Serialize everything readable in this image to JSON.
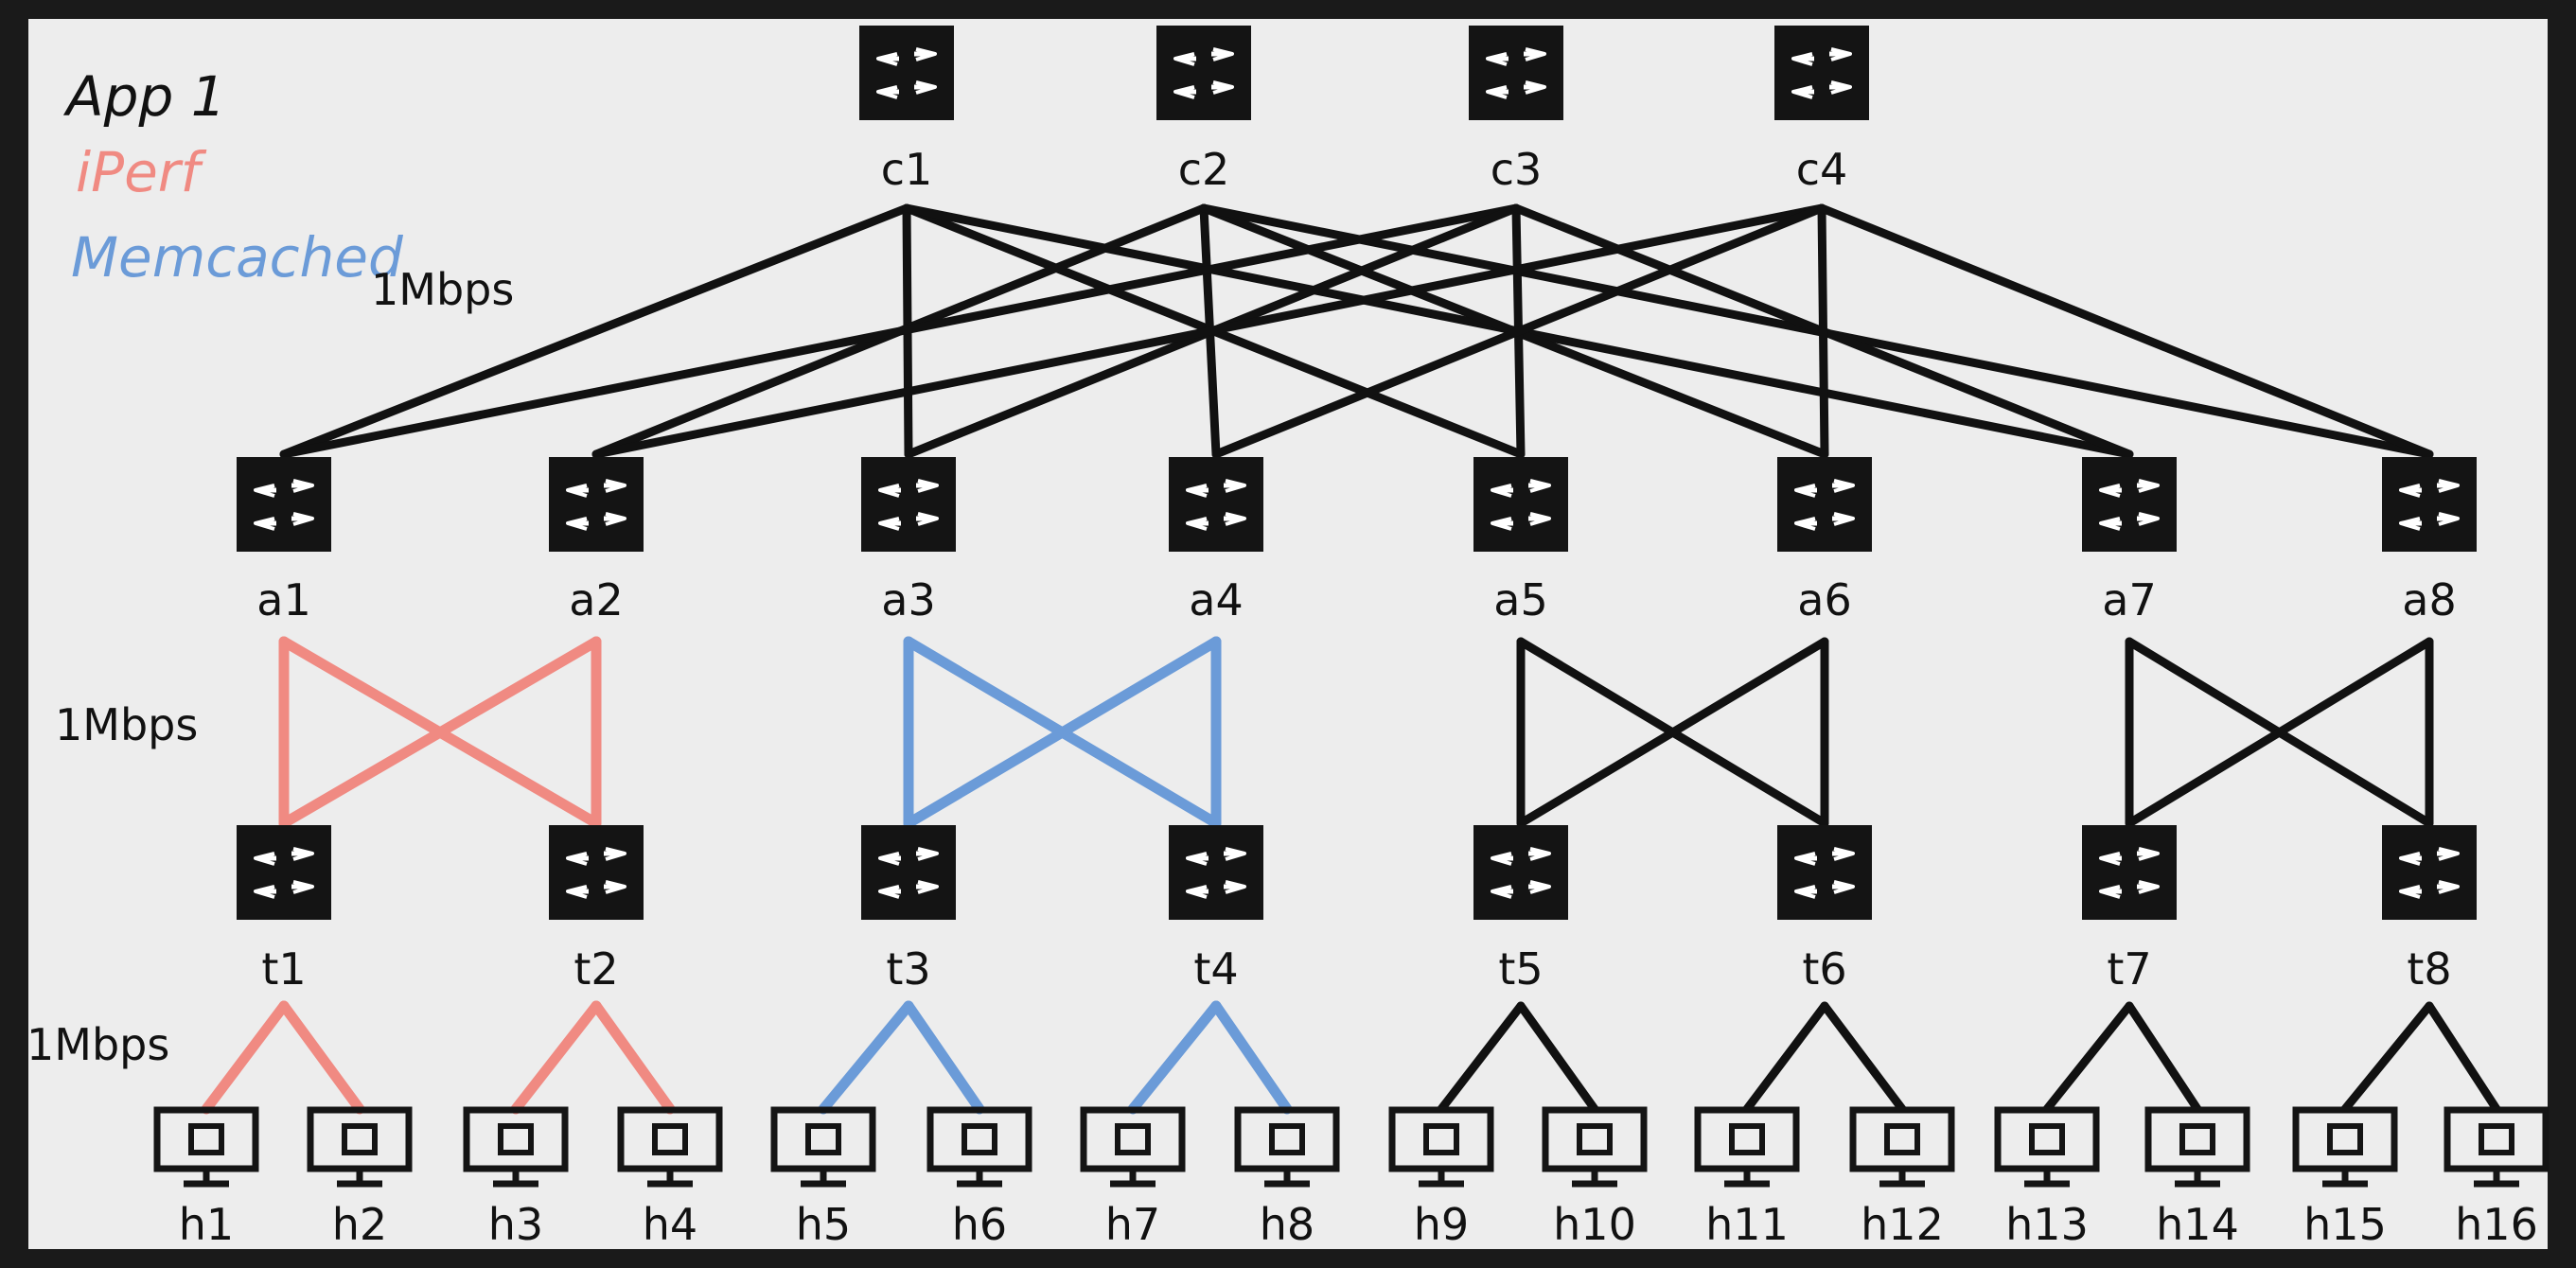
{
  "legend": {
    "title": "App 1",
    "items": [
      {
        "label": "iPerf",
        "color": "#f08a82"
      },
      {
        "label": "Memcached",
        "color": "#6b9bd8"
      }
    ]
  },
  "colors": {
    "background": "#ededed",
    "frame": "#1a1a1a",
    "link": "#111111",
    "switch_fill": "#141414",
    "switch_arrow": "#ffffff"
  },
  "bandwidth_labels": [
    "1Mbps",
    "1Mbps",
    "1Mbps"
  ],
  "nodes": {
    "core": [
      "c1",
      "c2",
      "c3",
      "c4"
    ],
    "aggregation": [
      "a1",
      "a2",
      "a3",
      "a4",
      "a5",
      "a6",
      "a7",
      "a8"
    ],
    "tor": [
      "t1",
      "t2",
      "t3",
      "t4",
      "t5",
      "t6",
      "t7",
      "t8"
    ],
    "hosts": [
      "h1",
      "h2",
      "h3",
      "h4",
      "h5",
      "h6",
      "h7",
      "h8",
      "h9",
      "h10",
      "h11",
      "h12",
      "h13",
      "h14",
      "h15",
      "h16"
    ]
  },
  "icons": {
    "switch": "switch-icon",
    "host": "computer-monitor-icon"
  },
  "links": {
    "core_to_agg": [
      [
        "c1",
        "a1"
      ],
      [
        "c1",
        "a3"
      ],
      [
        "c1",
        "a5"
      ],
      [
        "c1",
        "a7"
      ],
      [
        "c2",
        "a2"
      ],
      [
        "c2",
        "a4"
      ],
      [
        "c2",
        "a6"
      ],
      [
        "c2",
        "a8"
      ],
      [
        "c3",
        "a1"
      ],
      [
        "c3",
        "a3"
      ],
      [
        "c3",
        "a5"
      ],
      [
        "c3",
        "a7"
      ],
      [
        "c4",
        "a2"
      ],
      [
        "c4",
        "a4"
      ],
      [
        "c4",
        "a6"
      ],
      [
        "c4",
        "a8"
      ]
    ],
    "agg_to_tor": [
      [
        "a1",
        "t1"
      ],
      [
        "a1",
        "t2"
      ],
      [
        "a2",
        "t1"
      ],
      [
        "a2",
        "t2"
      ],
      [
        "a3",
        "t3"
      ],
      [
        "a3",
        "t4"
      ],
      [
        "a4",
        "t3"
      ],
      [
        "a4",
        "t4"
      ],
      [
        "a5",
        "t5"
      ],
      [
        "a5",
        "t6"
      ],
      [
        "a6",
        "t5"
      ],
      [
        "a6",
        "t6"
      ],
      [
        "a7",
        "t7"
      ],
      [
        "a7",
        "t8"
      ],
      [
        "a8",
        "t7"
      ],
      [
        "a8",
        "t8"
      ]
    ],
    "tor_to_host": [
      [
        "t1",
        "h1"
      ],
      [
        "t1",
        "h2"
      ],
      [
        "t2",
        "h3"
      ],
      [
        "t2",
        "h4"
      ],
      [
        "t3",
        "h5"
      ],
      [
        "t3",
        "h6"
      ],
      [
        "t4",
        "h7"
      ],
      [
        "t4",
        "h8"
      ],
      [
        "t5",
        "h9"
      ],
      [
        "t5",
        "h10"
      ],
      [
        "t6",
        "h11"
      ],
      [
        "t6",
        "h12"
      ],
      [
        "t7",
        "h13"
      ],
      [
        "t7",
        "h14"
      ],
      [
        "t8",
        "h15"
      ],
      [
        "t8",
        "h16"
      ]
    ]
  },
  "highlights": [
    {
      "app": "iPerf",
      "color": "#f08a82",
      "links": [
        [
          "a1",
          "t1"
        ],
        [
          "a1",
          "t2"
        ],
        [
          "a2",
          "t1"
        ],
        [
          "a2",
          "t2"
        ],
        [
          "t1",
          "h1"
        ],
        [
          "t1",
          "h2"
        ],
        [
          "t2",
          "h3"
        ],
        [
          "t2",
          "h4"
        ]
      ]
    },
    {
      "app": "Memcached",
      "color": "#6b9bd8",
      "links": [
        [
          "a3",
          "t3"
        ],
        [
          "a3",
          "t4"
        ],
        [
          "a4",
          "t3"
        ],
        [
          "a4",
          "t4"
        ],
        [
          "t3",
          "h5"
        ],
        [
          "t3",
          "h6"
        ],
        [
          "t4",
          "h7"
        ],
        [
          "t4",
          "h8"
        ]
      ]
    }
  ]
}
